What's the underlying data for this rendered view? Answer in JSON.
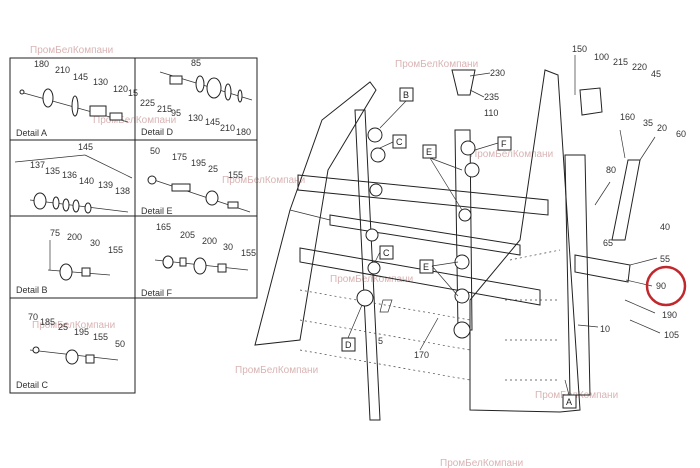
{
  "watermark": "ПромБелКомпани",
  "details": {
    "a": {
      "caption": "Detail  A",
      "parts": [
        "180",
        "210",
        "145",
        "130",
        "120",
        "15"
      ]
    },
    "d": {
      "caption": "Detail  D",
      "parts": [
        "85",
        "225",
        "215",
        "95",
        "130",
        "145",
        "210",
        "180"
      ]
    },
    "big": {
      "parts": [
        "145",
        "137",
        "135",
        "136",
        "140",
        "139",
        "138"
      ]
    },
    "e": {
      "caption": "Detail  E",
      "parts": [
        "50",
        "175",
        "195",
        "25",
        "155"
      ]
    },
    "b": {
      "caption": "Detail  B",
      "parts": [
        "75",
        "200",
        "30",
        "155"
      ]
    },
    "f": {
      "caption": "Detail  F",
      "parts": [
        "165",
        "205",
        "200",
        "30",
        "155"
      ]
    },
    "c": {
      "caption": "Detail  C",
      "parts": [
        "70",
        "185",
        "25",
        "195",
        "155",
        "50"
      ]
    }
  },
  "main": {
    "letters": [
      "B",
      "C",
      "E",
      "F",
      "C",
      "E",
      "D",
      "A"
    ],
    "parts": [
      "230",
      "235",
      "110",
      "150",
      "100",
      "215",
      "220",
      "45",
      "160",
      "35",
      "20",
      "60",
      "80",
      "65",
      "40",
      "55",
      "90",
      "190",
      "105",
      "10",
      "170",
      "5"
    ]
  },
  "highlight_part": "90",
  "highlight_color": "#c0282d"
}
